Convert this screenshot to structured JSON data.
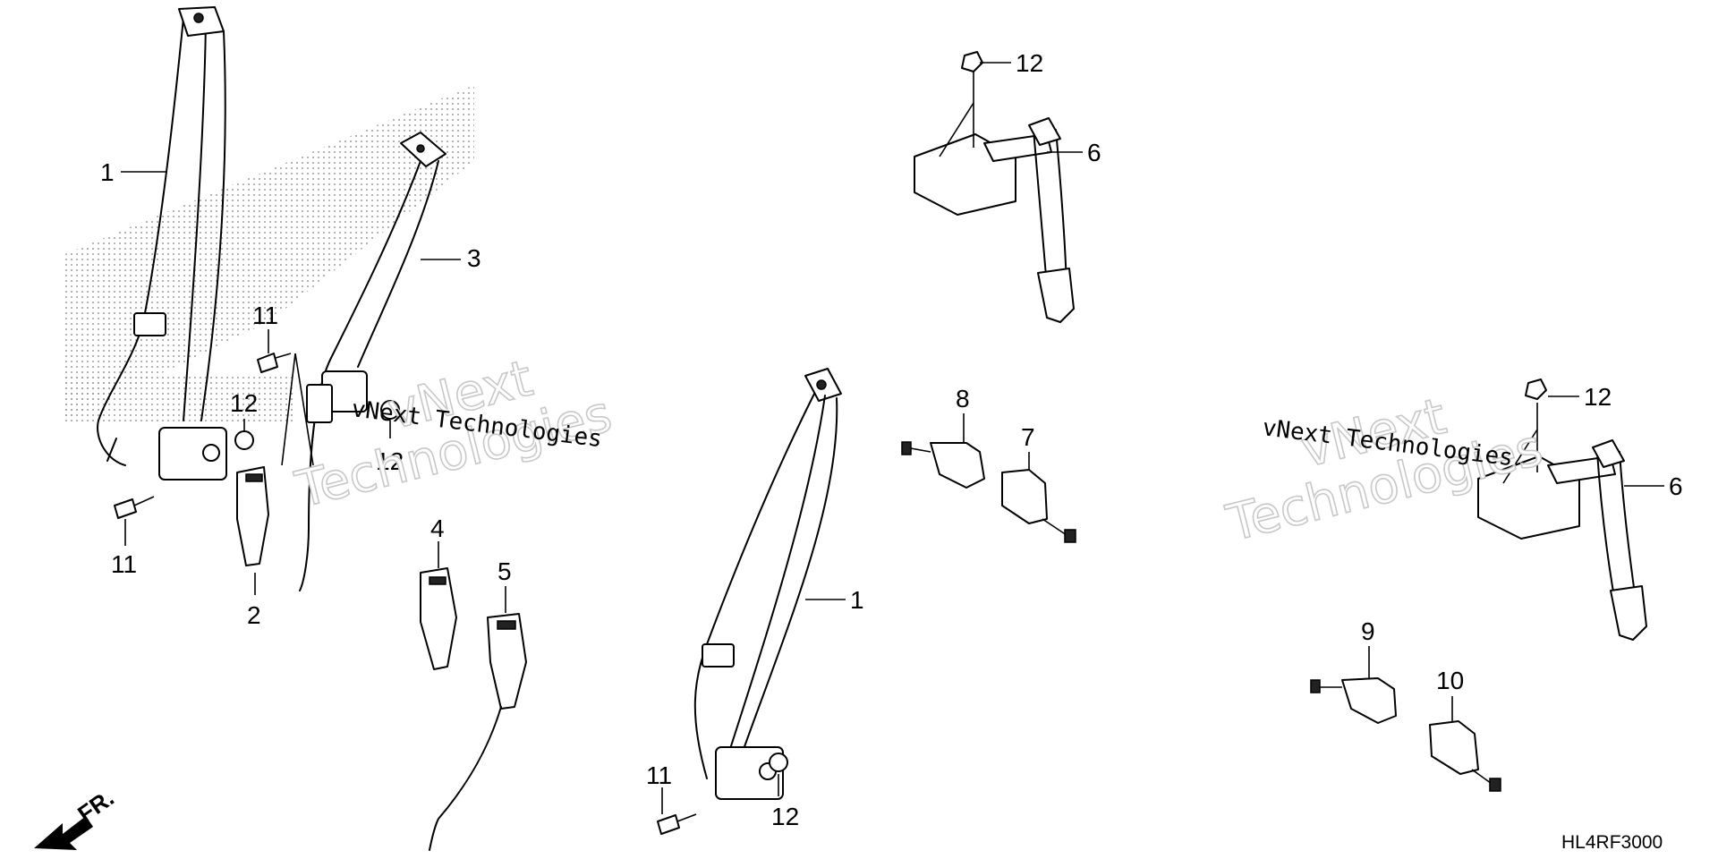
{
  "diagram": {
    "labels": [
      "1",
      "3",
      "11",
      "12",
      "12",
      "11",
      "2",
      "4",
      "5",
      "1",
      "11",
      "12",
      "8",
      "7",
      "12",
      "6",
      "12",
      "6",
      "9",
      "10"
    ],
    "direction_label": "FR.",
    "part_code": "HL4RF3000",
    "watermarks": [
      {
        "line1": "vNext",
        "line2": "Technologies",
        "caption": "vNext Technologies"
      },
      {
        "line1": "vNext",
        "line2": "Technologies",
        "caption": "vNext Technologies"
      }
    ]
  }
}
